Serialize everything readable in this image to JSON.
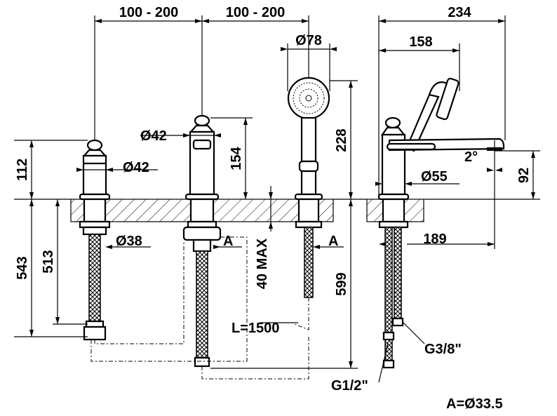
{
  "drawing": {
    "dimensions": {
      "spacing_left": "100 - 200",
      "spacing_right": "100 - 200",
      "hand_shower_diameter": "Ø78",
      "overall_depth": "234",
      "spout_reach_top": "158",
      "valve_height": "112",
      "valve_diameter_upper": "Ø42",
      "valve_diameter_lower": "Ø42",
      "diverter_height": "154",
      "shower_height": "228",
      "shank_diameter": "Ø38",
      "section_mark_1": "A",
      "section_mark_2": "A",
      "deck_thickness": "40 MAX",
      "hose_length_left": "543",
      "hose_length_mid": "513",
      "hose_length_right": "599",
      "shower_hose": "L=1500",
      "spout_diameter": "Ø55",
      "spout_angle": "2°",
      "spout_height": "92",
      "spout_reach": "189",
      "thread_small": "G3/8\"",
      "thread_large": "G1/2\"",
      "hole_note": "A=Ø33.5"
    }
  }
}
